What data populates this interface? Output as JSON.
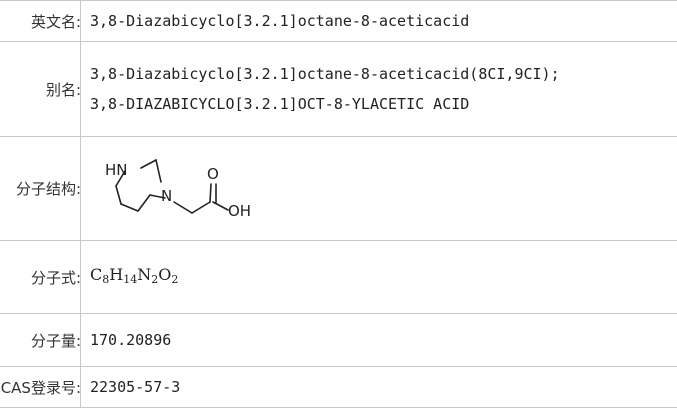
{
  "rows": {
    "english_name": {
      "label": "英文名:",
      "value": "3,8-Diazabicyclo[3.2.1]octane-8-aceticacid"
    },
    "aliases": {
      "label": "别名:",
      "values": [
        "3,8-Diazabicyclo[3.2.1]octane-8-aceticacid(8CI,9CI);",
        "3,8-DIAZABICYCLO[3.2.1]OCT-8-YLACETIC ACID"
      ]
    },
    "structure": {
      "label": "分子结构:",
      "atoms": {
        "hn": "HN",
        "n": "N",
        "o": "O",
        "oh": "OH"
      }
    },
    "formula": {
      "label": "分子式:",
      "parts": [
        "C",
        "8",
        "H",
        "14",
        "N",
        "2",
        "O",
        "2"
      ]
    },
    "mass": {
      "label": "分子量:",
      "value": "170.20896"
    },
    "cas": {
      "label": "CAS登录号:",
      "value": "22305-57-3"
    }
  }
}
